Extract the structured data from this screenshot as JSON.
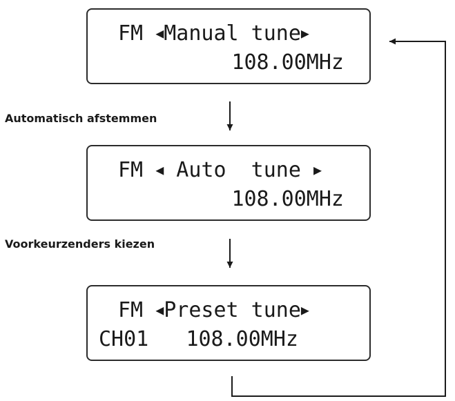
{
  "displays": [
    {
      "id": "manual",
      "mode": "FM",
      "tune": "Manual tune",
      "channel": "",
      "frequency": "108.00MHz"
    },
    {
      "id": "auto",
      "mode": "FM",
      "tune": " Auto  tune ",
      "channel": "",
      "frequency": "108.00MHz"
    },
    {
      "id": "preset",
      "mode": "FM",
      "tune": "Preset tune",
      "channel": "CH01",
      "frequency": "108.00MHz"
    }
  ],
  "steps": {
    "auto_label": "Automatisch afstemmen",
    "preset_label": "Voorkeurzenders kiezen"
  },
  "glyphs": {
    "left": "◀",
    "right": "▶"
  },
  "colors": {
    "line": "#1a1a1a",
    "border": "#2b2b2b"
  }
}
